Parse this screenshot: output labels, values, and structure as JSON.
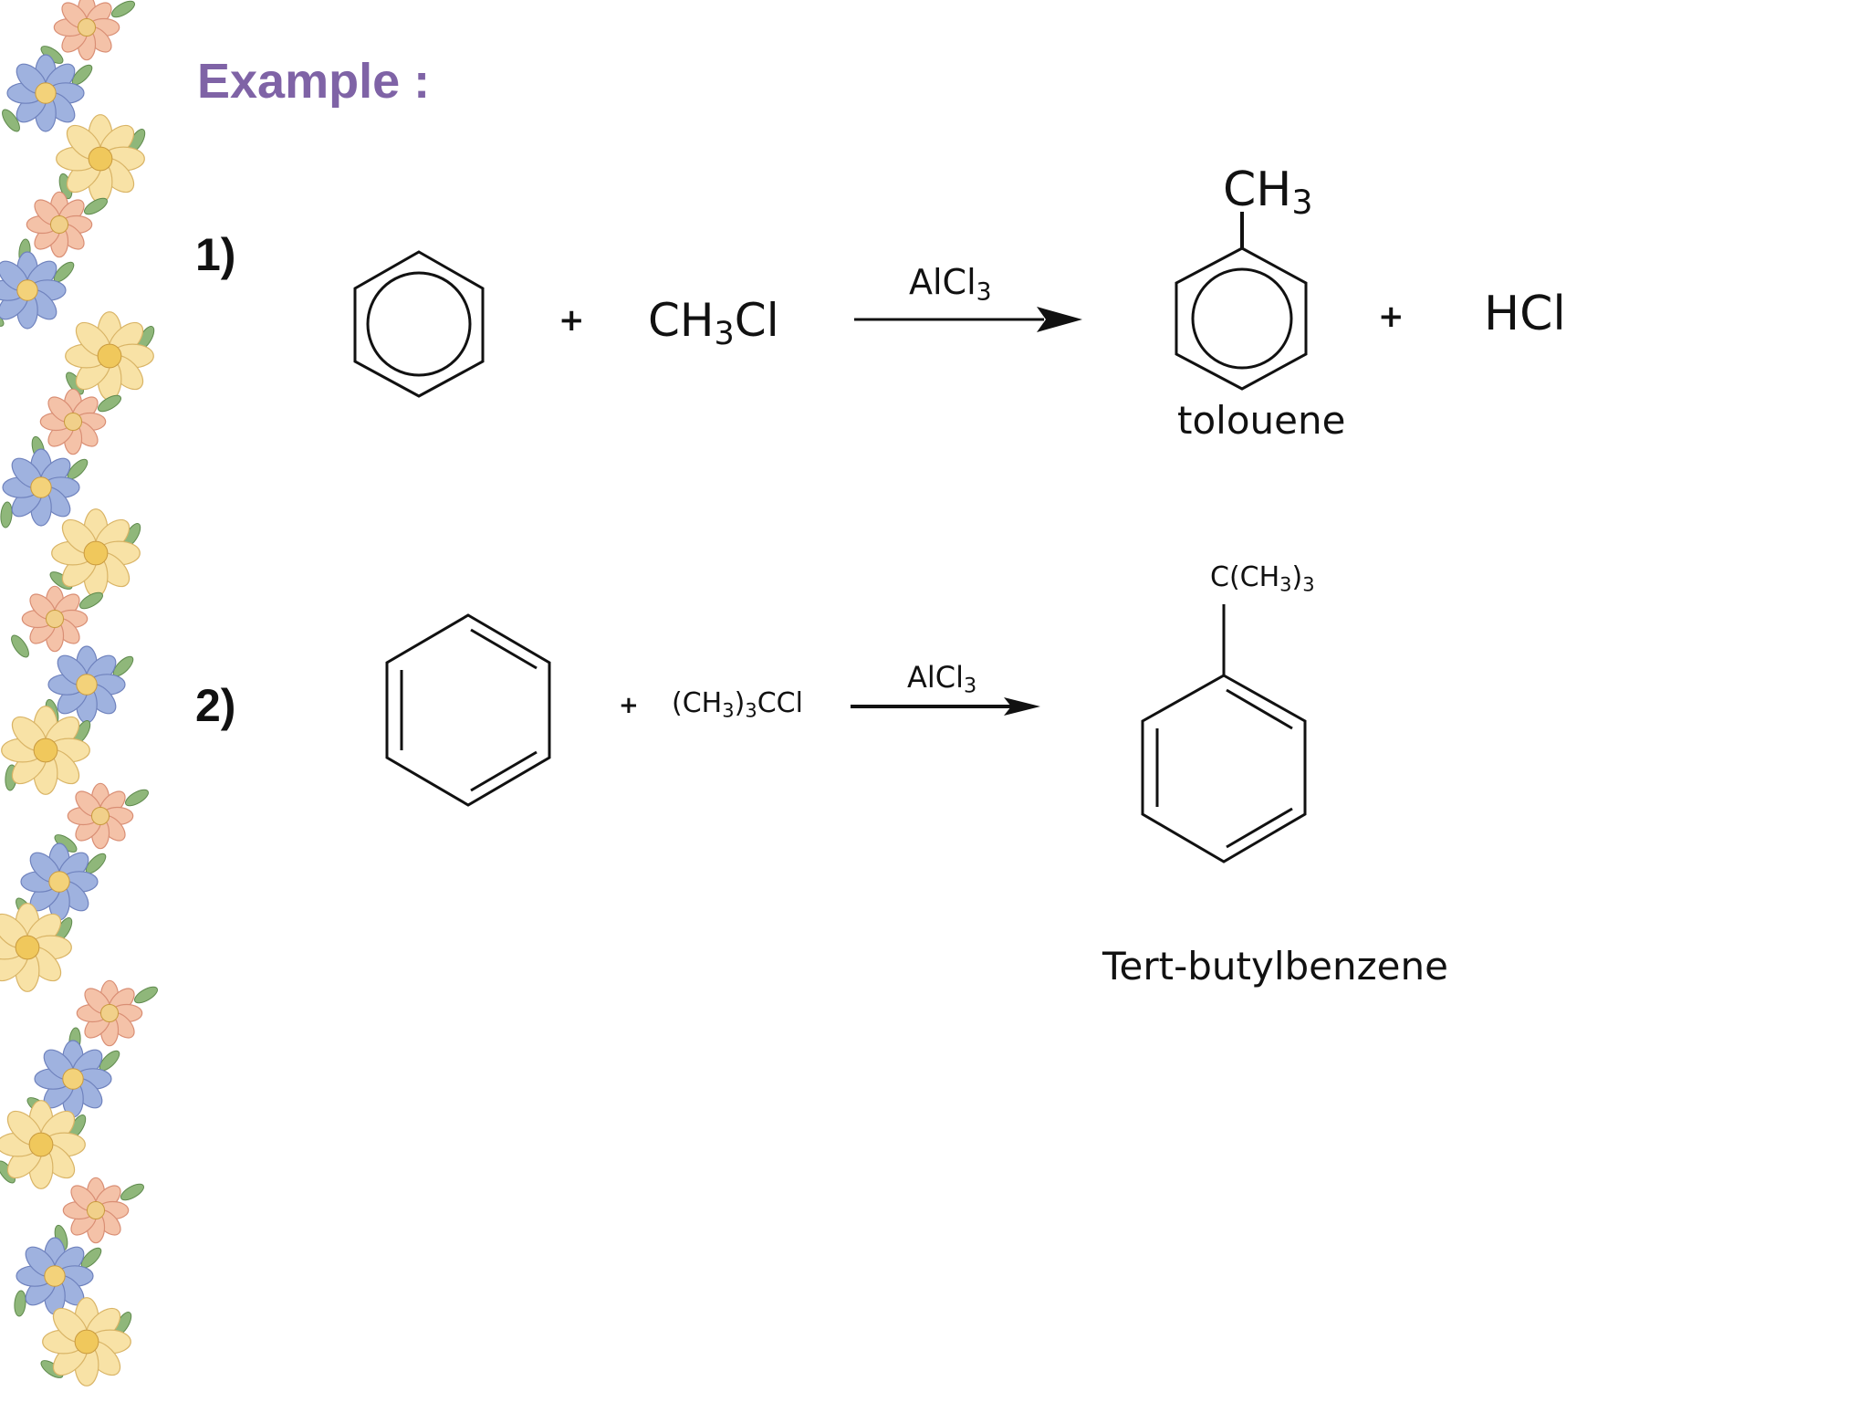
{
  "slide": {
    "title": "Example :",
    "colors": {
      "title": "#7f63a6",
      "text": "#111111"
    }
  },
  "border": {
    "icon": "floral-border",
    "motifs": [
      "pink-flower-icon",
      "blue-flower-icon",
      "yellow-flower-icon",
      "leaf-icon"
    ]
  },
  "reactions": [
    {
      "number": "1)",
      "reactant_1": {
        "icon": "benzene-ring-icon"
      },
      "plus_1": "+",
      "reactant_2": {
        "main": "CH",
        "sub": "3",
        "tail": "Cl"
      },
      "catalyst": {
        "main": "AlCl",
        "sub": "3"
      },
      "product": {
        "icon": "toluene-icon",
        "substituent": {
          "main": "CH",
          "sub": "3"
        },
        "name": "tolouene"
      },
      "plus_2": "+",
      "byproduct": "HCl"
    },
    {
      "number": "2)",
      "reactant_1": {
        "icon": "benzene-kekule-icon"
      },
      "plus_1": "+",
      "reactant_2": {
        "pre": "(CH",
        "sub": "3",
        "post": ")",
        "sub2": "3",
        "tail": "CCl"
      },
      "catalyst": {
        "main": "AlCl",
        "sub": "3"
      },
      "product": {
        "icon": "tert-butylbenzene-icon",
        "substituent": {
          "pre": "C(CH",
          "sub": "3",
          "post": ")",
          "sub2": "3"
        },
        "name": "Tert-butylbenzene"
      }
    }
  ]
}
